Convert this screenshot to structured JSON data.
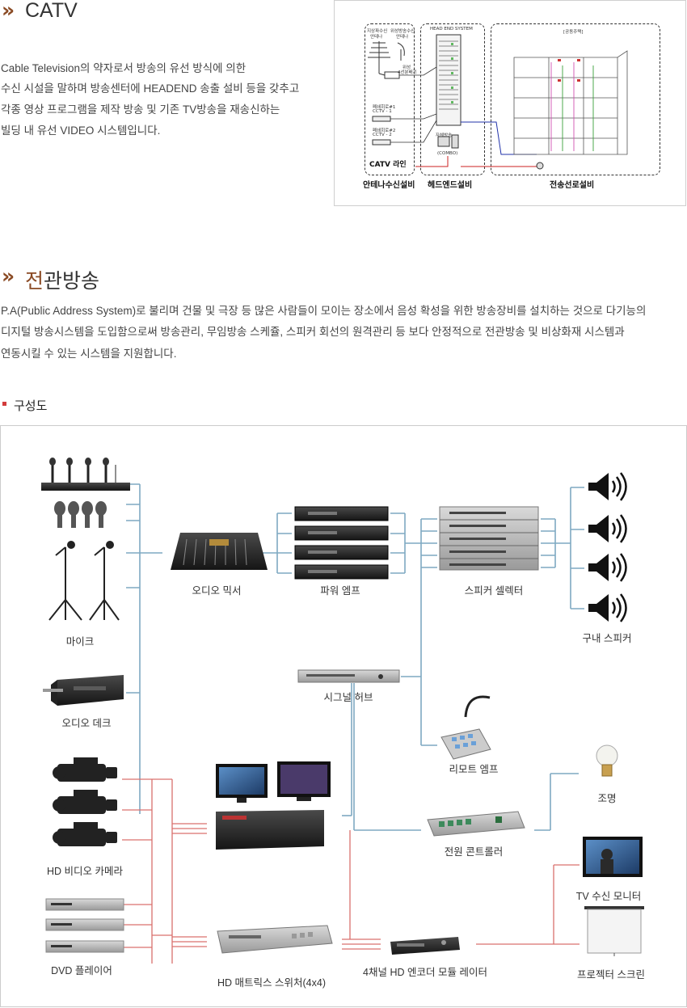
{
  "catv": {
    "heading": "CATV",
    "lines": [
      "Cable Television의 약자로서 방송의 유선 방식에 의한",
      "수신 시설을 말하며 방송센터에 HEADEND 송출 설비 등을 갖추고",
      "각종 영상 프로그램을 제작 방송 및 기존 TV방송을 재송신하는",
      "빌딩 내 유선 VIDEO 시스템입니다."
    ],
    "figure": {
      "antenna_top1": "지상파수신",
      "antenna_top1b": "안테나",
      "antenna_top2": "위성방송수신",
      "antenna_top2b": "안테나",
      "satellite_label": "위성",
      "satellite_label2": "4선분배기",
      "headend_title": "HEAD END SYSTEM",
      "building_title": "[공동주택]",
      "cctv1_a": "폐쇄회로#1",
      "cctv1_b": "CCTV - 1",
      "cctv2_a": "폐쇄회로#2",
      "cctv2_b": "CCTV - 2",
      "self_broadcast": "자체방송",
      "combo": "(COMBO)",
      "catv_line": "CATV 라인",
      "section_antenna": "안테나수신설비",
      "section_headend": "헤드엔드설비",
      "section_transmission": "전송선로설비"
    }
  },
  "pa": {
    "heading": "전관방송",
    "lines": [
      "P.A(Public Address System)로 불리며 건물 및 극장 등 많은 사람들이 모이는 장소에서 음성 확성을 위한 방송장비를 설치하는 것으로 다기능의",
      "디지털 방송시스템을 도입함으로써 방송관리, 무임방송 스케쥴, 스피커 회선의 원격관리 등 보다 안정적으로 전관방송 및 비상화재 시스템과",
      "연동시킬 수 있는 시스템을 지원합니다."
    ],
    "subheading": "구성도"
  },
  "diagram": {
    "labels": {
      "mic": "마이크",
      "audio_deck": "오디오 데크",
      "hd_camera": "HD 비디오 카메라",
      "dvd": "DVD 플레이어",
      "mixer": "오디오 믹서",
      "power_amp": "파워 엠프",
      "speaker_selector": "스피커 셀렉터",
      "speaker": "구내 스피커",
      "signal_hub": "시그널 허브",
      "remote_amp": "리모트 엠프",
      "lighting": "조명",
      "power_controller": "전원 콘트롤러",
      "tv_monitor": "TV 수신 모니터",
      "projector_screen": "프로젝터 스크린",
      "matrix_switcher": "HD 매트릭스 스위처(4x4)",
      "encoder": "4채널 HD 엔코더 모듈 레이터"
    },
    "colors": {
      "audio_line": "#7fa9c2",
      "video_line": "#d9706d",
      "heading_arrow": "#8a4a24",
      "bullet": "#d23b3b"
    }
  }
}
